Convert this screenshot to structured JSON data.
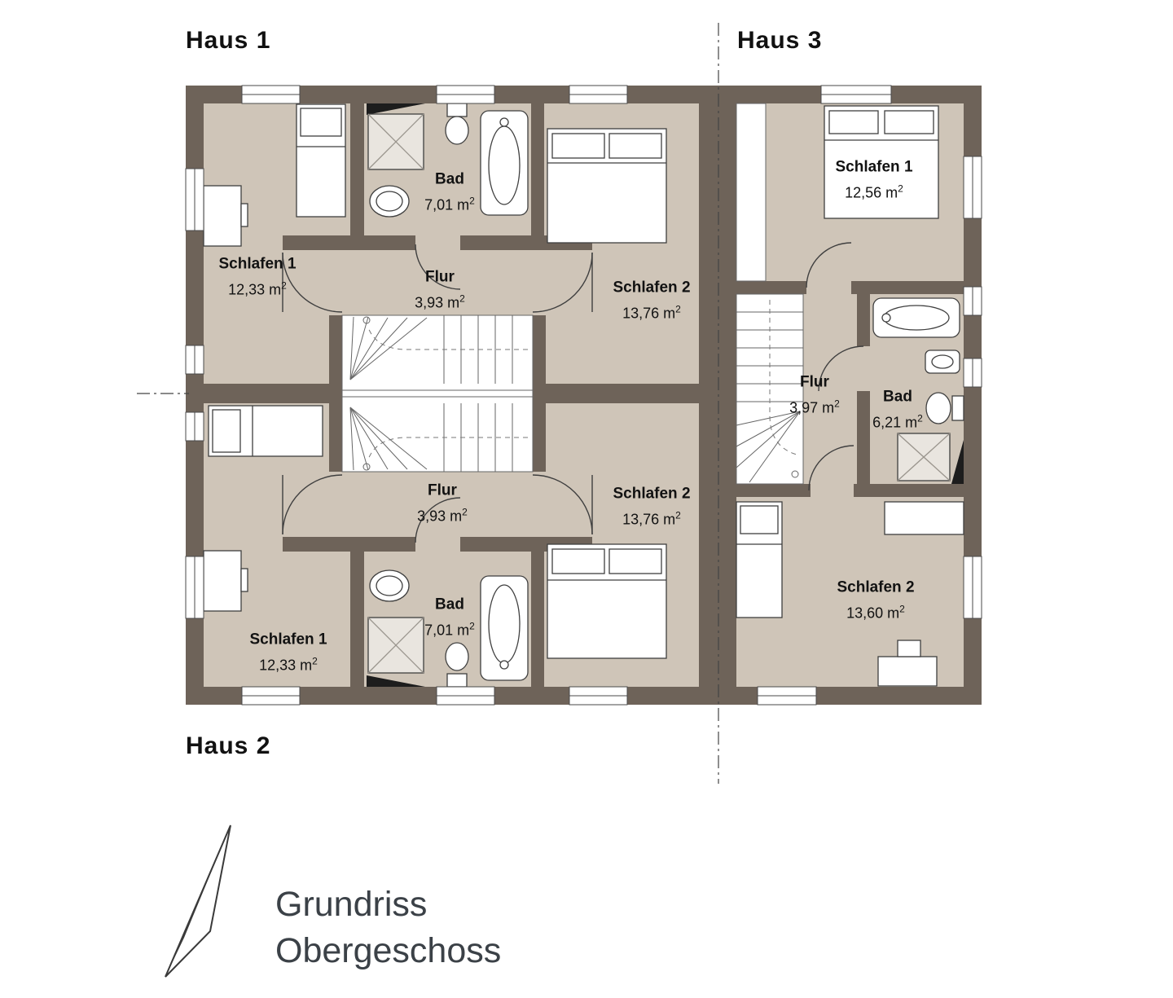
{
  "titles": {
    "haus1": "Haus 1",
    "haus2": "Haus 2",
    "haus3": "Haus 3"
  },
  "legend": {
    "line1": "Grundriss",
    "line2": "Obergeschoss"
  },
  "houses": {
    "haus1": {
      "schlafen1": {
        "name": "Schlafen 1",
        "area": "12,33 m",
        "sup": "2"
      },
      "bad": {
        "name": "Bad",
        "area": "7,01 m",
        "sup": "2"
      },
      "flur": {
        "name": "Flur",
        "area": "3,93 m",
        "sup": "2"
      },
      "schlafen2": {
        "name": "Schlafen 2",
        "area": "13,76 m",
        "sup": "2"
      }
    },
    "haus2": {
      "schlafen1": {
        "name": "Schlafen 1",
        "area": "12,33 m",
        "sup": "2"
      },
      "bad": {
        "name": "Bad",
        "area": "7,01 m",
        "sup": "2"
      },
      "flur": {
        "name": "Flur",
        "area": "3,93 m",
        "sup": "2"
      },
      "schlafen2": {
        "name": "Schlafen 2",
        "area": "13,76 m",
        "sup": "2"
      }
    },
    "haus3": {
      "schlafen1": {
        "name": "Schlafen 1",
        "area": "12,56 m",
        "sup": "2"
      },
      "flur": {
        "name": "Flur",
        "area": "3,97 m",
        "sup": "2"
      },
      "bad": {
        "name": "Bad",
        "area": "6,21 m",
        "sup": "2"
      },
      "schlafen2": {
        "name": "Schlafen 2",
        "area": "13,60 m",
        "sup": "2"
      }
    }
  },
  "colors": {
    "wall": "#6e6359",
    "floor": "#cfc5b8",
    "tile": "#e9e5df",
    "outline": "#3f3f3f",
    "text": "#121212",
    "caption_text": "#3b4147"
  }
}
